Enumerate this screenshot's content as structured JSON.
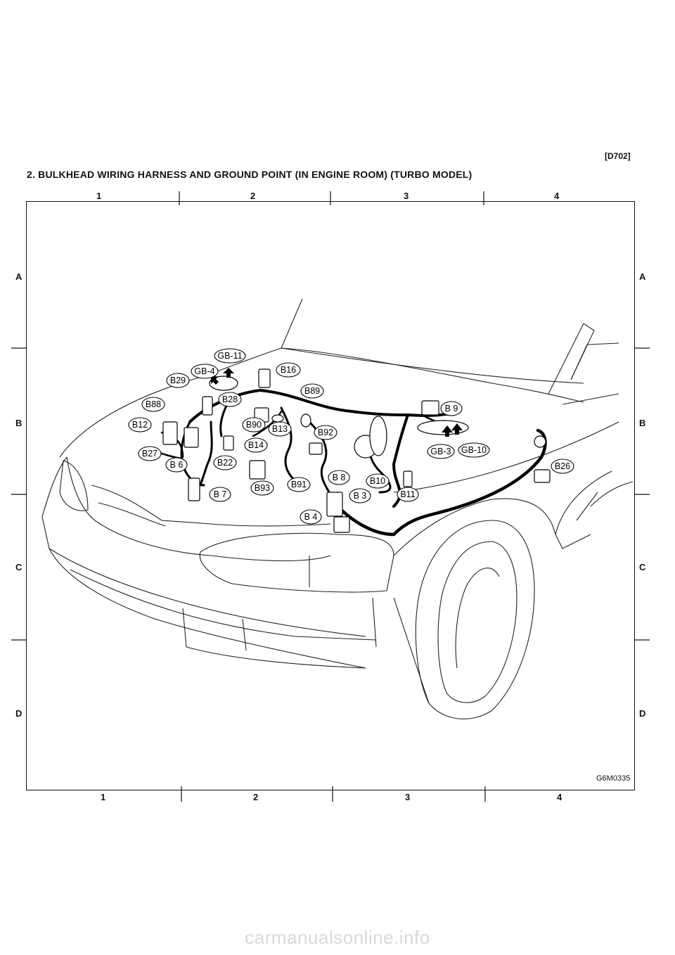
{
  "header": {
    "doc_code": "[D702]",
    "title": "2. BULKHEAD WIRING HARNESS AND GROUND POINT (IN ENGINE ROOM) (TURBO MODEL)"
  },
  "grid": {
    "columns": [
      "1",
      "2",
      "3",
      "4"
    ],
    "rows": [
      "A",
      "B",
      "C",
      "D"
    ]
  },
  "figure": {
    "code": "G6M0335",
    "connectors": {
      "gb11": "GB-11",
      "gb4": "GB-4",
      "b16": "B16",
      "b29": "B29",
      "b28": "B28",
      "b89": "B89",
      "b88": "B88",
      "b9": "B 9",
      "b12": "B12",
      "b90": "B90",
      "b13": "B13",
      "b92": "B92",
      "b14": "B14",
      "gb3": "GB-3",
      "gb10": "GB-10",
      "b27": "B27",
      "b6": "B 6",
      "b22": "B22",
      "b26": "B26",
      "b8": "B 8",
      "b10": "B10",
      "b93": "B93",
      "b91": "B91",
      "b7": "B 7",
      "b3": "B 3",
      "b11": "B11",
      "b4": "B 4"
    }
  },
  "footer": {
    "watermark": "carmanualsonline.info"
  }
}
